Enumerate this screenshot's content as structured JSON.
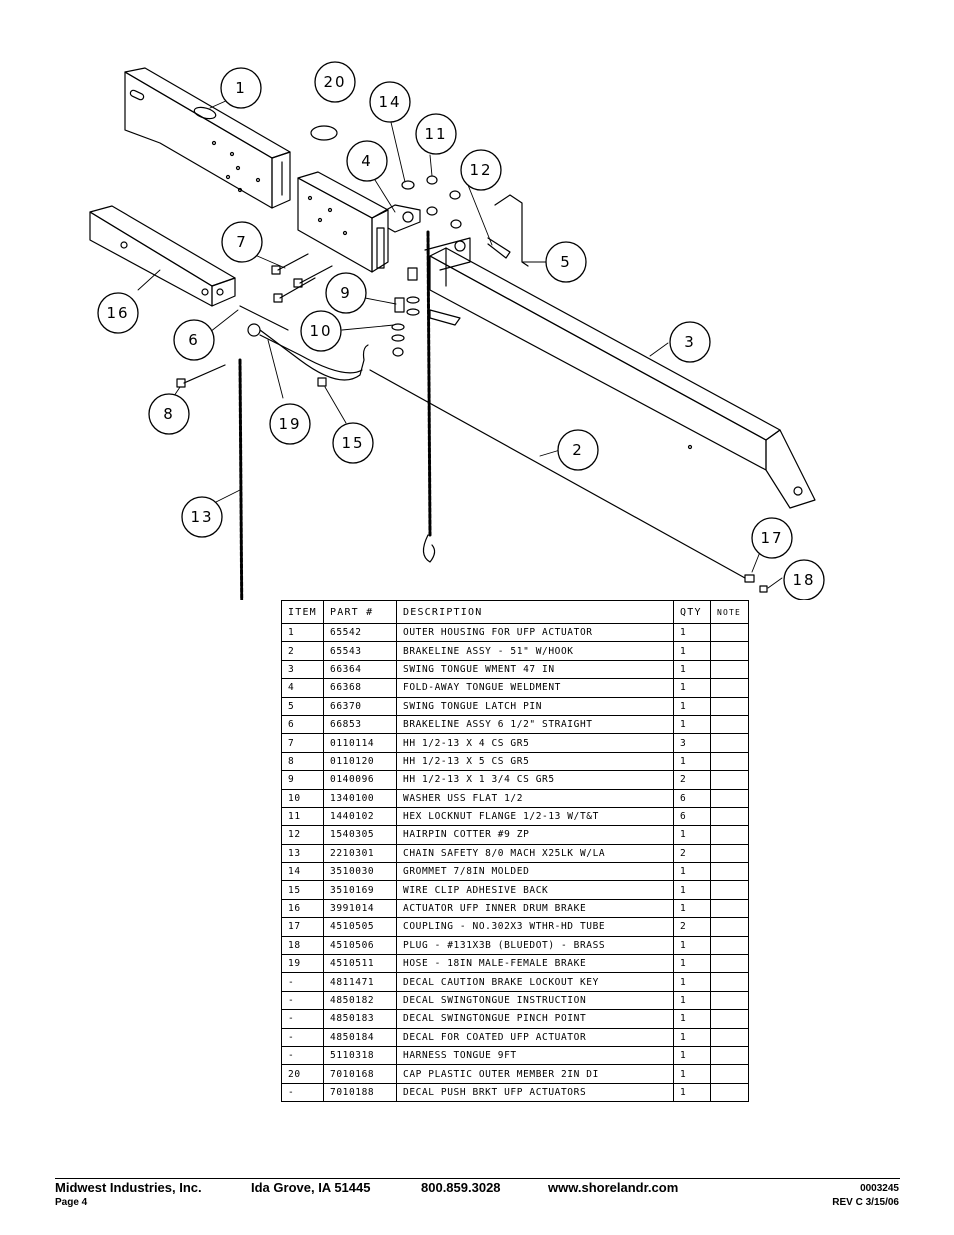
{
  "diagram": {
    "callouts": [
      "1",
      "20",
      "14",
      "11",
      "4",
      "12",
      "7",
      "5",
      "9",
      "16",
      "10",
      "3",
      "6",
      "8",
      "19",
      "15",
      "2",
      "13",
      "17",
      "18"
    ]
  },
  "table": {
    "headers": {
      "item": "ITEM",
      "part": "PART #",
      "description": "DESCRIPTION",
      "qty": "QTY",
      "note": "NOTE"
    },
    "rows": [
      {
        "item": "1",
        "part": "65542",
        "description": "OUTER HOUSING FOR UFP ACTUATOR",
        "qty": "1",
        "note": ""
      },
      {
        "item": "2",
        "part": "65543",
        "description": "BRAKELINE ASSY - 51\" W/HOOK",
        "qty": "1",
        "note": ""
      },
      {
        "item": "3",
        "part": "66364",
        "description": "SWING TONGUE WMENT 47 IN",
        "qty": "1",
        "note": ""
      },
      {
        "item": "4",
        "part": "66368",
        "description": "FOLD-AWAY TONGUE WELDMENT",
        "qty": "1",
        "note": ""
      },
      {
        "item": "5",
        "part": "66370",
        "description": "SWING TONGUE LATCH PIN",
        "qty": "1",
        "note": ""
      },
      {
        "item": "6",
        "part": "66853",
        "description": "BRAKELINE ASSY 6 1/2\" STRAIGHT",
        "qty": "1",
        "note": ""
      },
      {
        "item": "7",
        "part": "0110114",
        "description": "HH 1/2-13 X 4 CS GR5",
        "qty": "3",
        "note": ""
      },
      {
        "item": "8",
        "part": "0110120",
        "description": "HH 1/2-13 X 5 CS GR5",
        "qty": "1",
        "note": ""
      },
      {
        "item": "9",
        "part": "0140096",
        "description": "HH 1/2-13 X 1 3/4 CS GR5",
        "qty": "2",
        "note": ""
      },
      {
        "item": "10",
        "part": "1340100",
        "description": "WASHER USS FLAT 1/2",
        "qty": "6",
        "note": ""
      },
      {
        "item": "11",
        "part": "1440102",
        "description": "HEX LOCKNUT FLANGE 1/2-13 W/T&T",
        "qty": "6",
        "note": ""
      },
      {
        "item": "12",
        "part": "1540305",
        "description": "HAIRPIN COTTER #9 ZP",
        "qty": "1",
        "note": ""
      },
      {
        "item": "13",
        "part": "2210301",
        "description": "CHAIN SAFETY 8/0 MACH X25LK W/LA",
        "qty": "2",
        "note": ""
      },
      {
        "item": "14",
        "part": "3510030",
        "description": "GROMMET  7/8IN MOLDED",
        "qty": "1",
        "note": ""
      },
      {
        "item": "15",
        "part": "3510169",
        "description": "WIRE CLIP   ADHESIVE BACK",
        "qty": "1",
        "note": ""
      },
      {
        "item": "16",
        "part": "3991014",
        "description": "ACTUATOR UFP INNER  DRUM BRAKE",
        "qty": "1",
        "note": ""
      },
      {
        "item": "17",
        "part": "4510505",
        "description": "COUPLING - NO.302X3 WTHR-HD TUBE",
        "qty": "2",
        "note": ""
      },
      {
        "item": "18",
        "part": "4510506",
        "description": "PLUG - #131X3B (BLUEDOT) - BRASS",
        "qty": "1",
        "note": ""
      },
      {
        "item": "19",
        "part": "4510511",
        "description": "HOSE - 18IN MALE-FEMALE BRAKE",
        "qty": "1",
        "note": ""
      },
      {
        "item": "-",
        "part": "4811471",
        "description": "DECAL CAUTION BRAKE LOCKOUT KEY",
        "qty": "1",
        "note": ""
      },
      {
        "item": "-",
        "part": "4850182",
        "description": "DECAL SWINGTONGUE INSTRUCTION",
        "qty": "1",
        "note": ""
      },
      {
        "item": "-",
        "part": "4850183",
        "description": "DECAL SWINGTONGUE PINCH POINT",
        "qty": "1",
        "note": ""
      },
      {
        "item": "-",
        "part": "4850184",
        "description": "DECAL FOR COATED UFP ACTUATOR",
        "qty": "1",
        "note": ""
      },
      {
        "item": "-",
        "part": "5110318",
        "description": "HARNESS TONGUE 9FT",
        "qty": "1",
        "note": ""
      },
      {
        "item": "20",
        "part": "7010168",
        "description": "CAP  PLASTIC OUTER MEMBER 2IN DI",
        "qty": "1",
        "note": ""
      },
      {
        "item": "-",
        "part": "7010188",
        "description": "DECAL PUSH BRKT UFP ACTUATORS",
        "qty": "1",
        "note": ""
      }
    ]
  },
  "footer": {
    "company": "Midwest Industries, Inc.",
    "location": "Ida Grove, IA  51445",
    "phone": "800.859.3028",
    "website": "www.shorelandr.com",
    "page": "Page 4",
    "doc_number": "0003245",
    "revision": "REV C  3/15/06"
  }
}
